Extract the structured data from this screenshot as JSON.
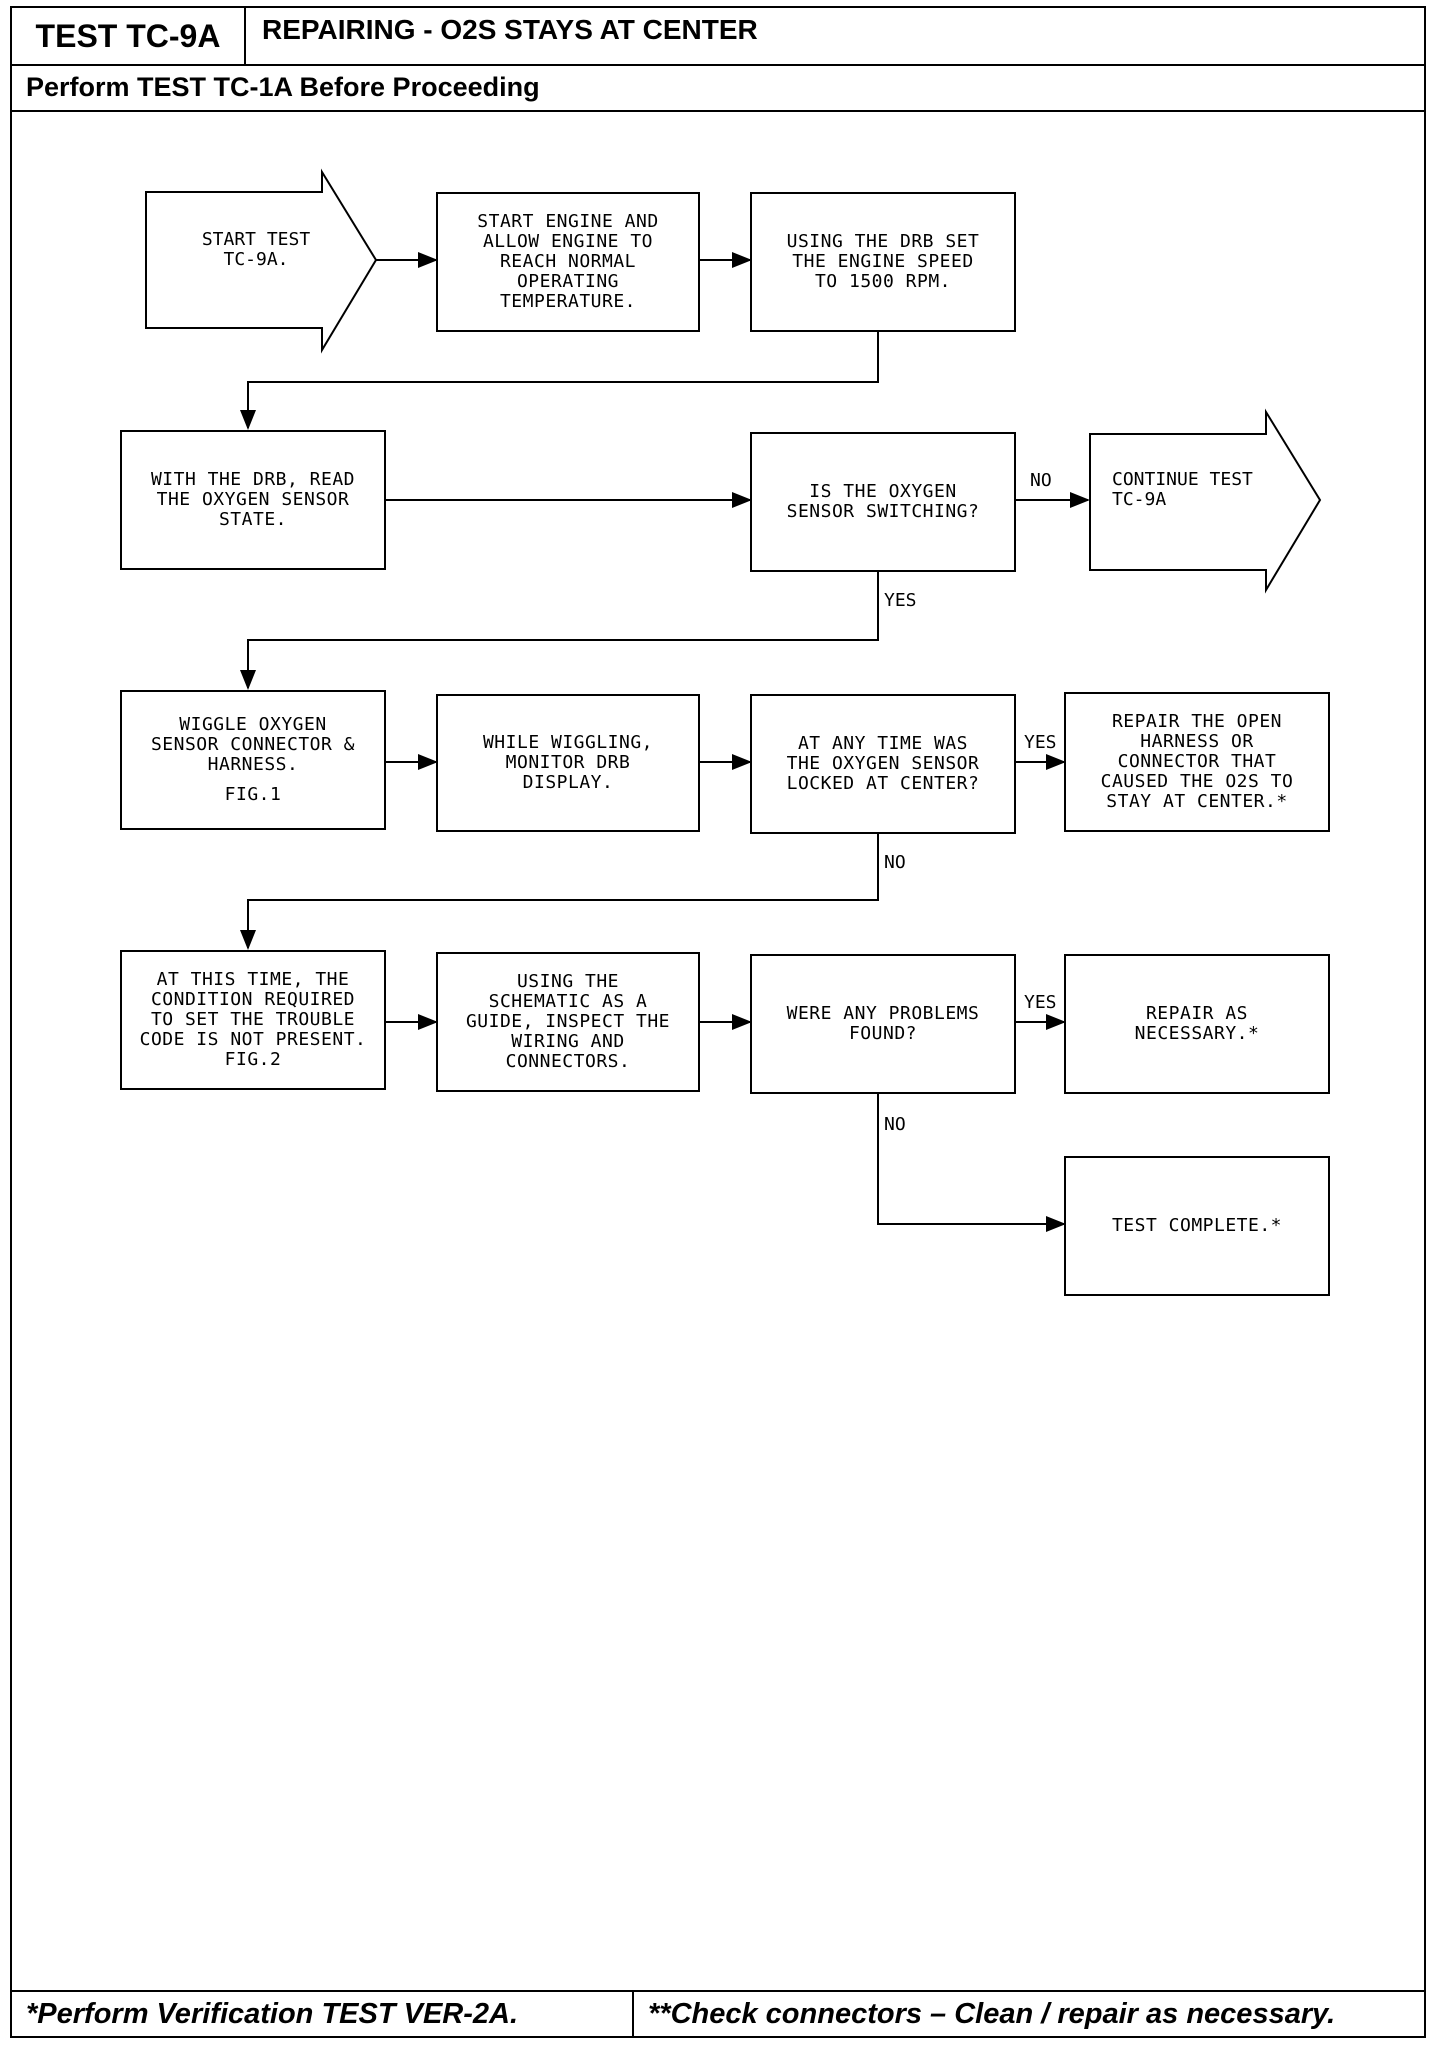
{
  "header": {
    "test_id": "TEST TC-9A",
    "title": "REPAIRING - O2S STAYS AT CENTER",
    "prereq": "Perform TEST TC-1A Before Proceeding"
  },
  "flowchart": {
    "start": "START TEST\nTC-9A.",
    "box1": "START ENGINE AND\nALLOW ENGINE TO\nREACH NORMAL\nOPERATING\nTEMPERATURE.",
    "box2": "USING THE DRB SET\nTHE ENGINE SPEED\nTO 1500 RPM.",
    "box3": "WITH THE DRB, READ\nTHE OXYGEN SENSOR\nSTATE.",
    "decision1": "IS THE OXYGEN\nSENSOR SWITCHING?",
    "continue": "CONTINUE TEST\nTC-9A",
    "box4": "WIGGLE OXYGEN\nSENSOR CONNECTOR &\nHARNESS.",
    "box4_fig": "FIG.1",
    "box5": "WHILE WIGGLING,\nMONITOR DRB\nDISPLAY.",
    "decision2": "AT ANY TIME WAS\nTHE OXYGEN SENSOR\nLOCKED AT CENTER?",
    "repair1": "REPAIR THE OPEN\nHARNESS OR\nCONNECTOR THAT\nCAUSED THE O2S TO\nSTAY AT CENTER.*",
    "box6": "AT THIS TIME, THE\nCONDITION REQUIRED\nTO SET THE TROUBLE\nCODE IS NOT PRESENT.",
    "box6_fig": "FIG.2",
    "box7": "USING THE\nSCHEMATIC AS A\nGUIDE, INSPECT THE\nWIRING AND\nCONNECTORS.",
    "decision3": "WERE ANY PROBLEMS\nFOUND?",
    "repair2": "REPAIR AS\nNECESSARY.*",
    "complete": "TEST COMPLETE.*",
    "labels": {
      "no1": "NO",
      "yes1": "YES",
      "yes2": "YES",
      "no2": "NO",
      "yes3": "YES",
      "no3": "NO"
    }
  },
  "footer": {
    "left": "*Perform Verification TEST VER-2A.",
    "right": "**Check connectors – Clean / repair as necessary."
  }
}
